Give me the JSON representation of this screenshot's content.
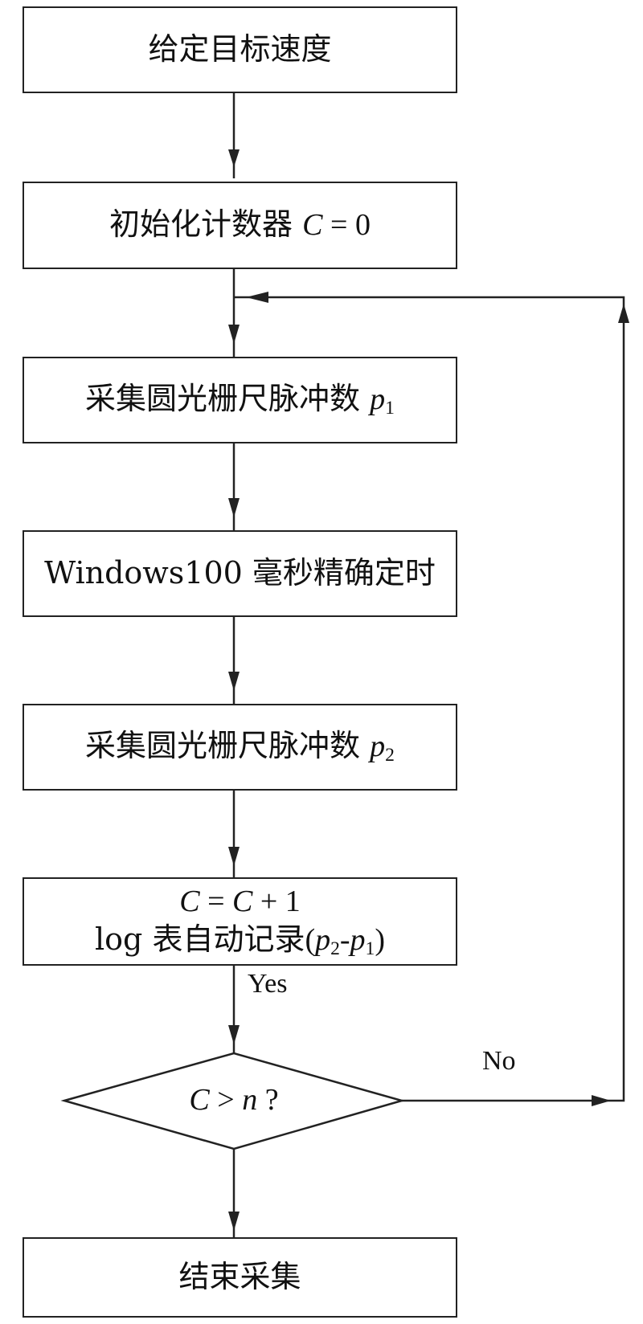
{
  "steps": {
    "s1": "给定目标速度",
    "s2_text": "初始化计数器",
    "s2_var": "C",
    "s2_eq": " = 0",
    "s3_text": "采集圆光栅尺脉冲数",
    "s3_var": "p",
    "s3_sub": "1",
    "s4": "Windows100 毫秒精确定时",
    "s5_text": "采集圆光栅尺脉冲数",
    "s5_var": "p",
    "s5_sub": "2",
    "s6_line1_a": "C",
    "s6_line1_b": " = ",
    "s6_line1_c": "C",
    "s6_line1_d": " + 1",
    "s6_line2_text": "log 表自动记录",
    "s6_line2_open": "(",
    "s6_line2_p2": "p",
    "s6_line2_p2sub": "2",
    "s6_line2_minus": "-",
    "s6_line2_p1": "p",
    "s6_line2_p1sub": "1",
    "s6_line2_close": ")",
    "s7": "结束采集"
  },
  "decision": {
    "var": "C",
    "op": " > ",
    "n": "n",
    "q": " ?"
  },
  "labels": {
    "yes": "Yes",
    "no": "No"
  }
}
